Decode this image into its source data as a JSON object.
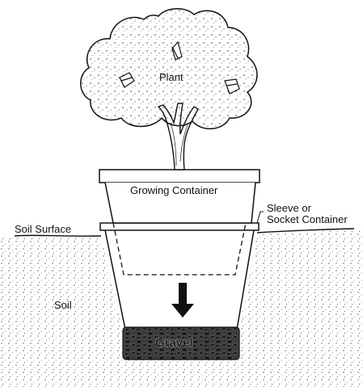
{
  "labels": {
    "plant": "Plant",
    "growing_container": "Growing Container",
    "sleeve_line1": "Sleeve or",
    "sleeve_line2": "Socket Container",
    "soil_surface": "Soil Surface",
    "soil": "Soil",
    "gravel": "Gravel"
  },
  "colors": {
    "ink": "#111111",
    "background": "#ffffff",
    "gravel": "#2a2a2a"
  }
}
